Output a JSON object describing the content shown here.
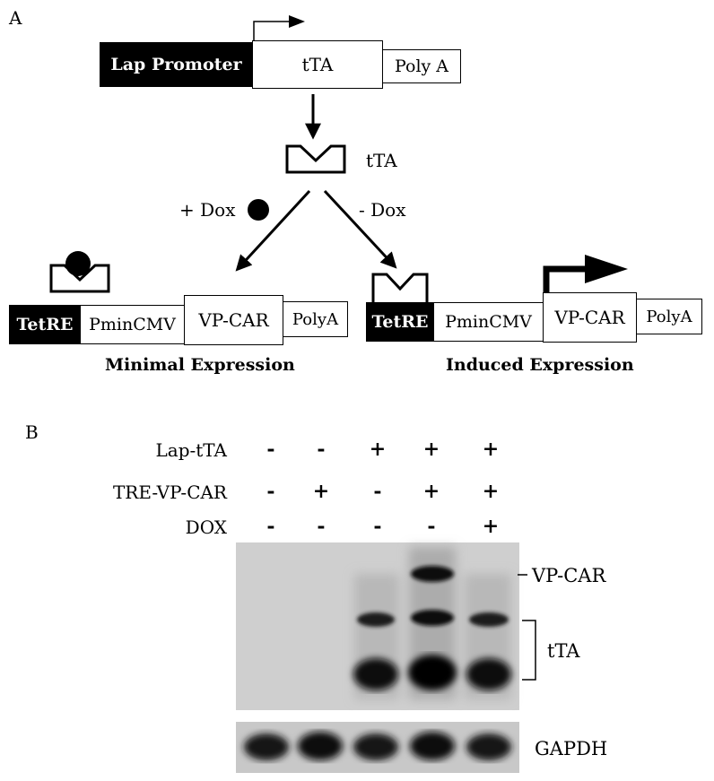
{
  "panel_a": {
    "label": "A",
    "construct1": {
      "promoter": "Lap Promoter",
      "gene": "tTA",
      "polya": "Poly A"
    },
    "protein_label": "tTA",
    "plus_dox": "+ Dox",
    "minus_dox": "- Dox",
    "left_construct": {
      "tetre": "TetRE",
      "pmin": "PminCMV",
      "gene": "VP-CAR",
      "polya": "PolyA",
      "caption": "Minimal Expression"
    },
    "right_construct": {
      "tetre": "TetRE",
      "pmin": "PminCMV",
      "gene": "VP-CAR",
      "polya": "PolyA",
      "caption": "Induced Expression"
    }
  },
  "panel_b": {
    "label": "B",
    "rows": [
      {
        "label": "Lap-tTA",
        "values": [
          "-",
          "-",
          "+",
          "+",
          "+"
        ]
      },
      {
        "label": "TRE-VP-CAR",
        "values": [
          "-",
          "+",
          "-",
          "+",
          "+"
        ]
      },
      {
        "label": "DOX",
        "values": [
          "-",
          "-",
          "-",
          "-",
          "+"
        ]
      }
    ],
    "band_labels": {
      "vpcar": "VP-CAR",
      "tta": "tTA",
      "gapdh": "GAPDH"
    }
  }
}
